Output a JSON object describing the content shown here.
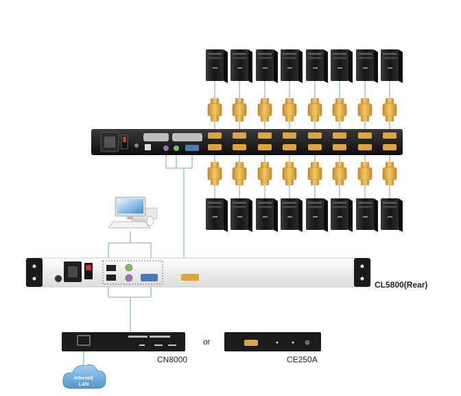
{
  "labels": {
    "kvm_rear": "CL5800(Rear)",
    "extender_1": "CN8000",
    "or_word": "or",
    "extender_2": "CE250A",
    "cloud_line1": "Internet/",
    "cloud_line2": "LAN"
  },
  "colors": {
    "cable": "#8fb6d6",
    "cable_gray": "#a8b4bd",
    "device_dark": "#1c1c1c",
    "connector_gold": "#e0a43a",
    "port_purple": "#9b6fc0",
    "port_green": "#7bbf5a",
    "port_blue": "#4a79b8",
    "cloud": "#6fb2de"
  },
  "devices": {
    "top_computer_count": 8,
    "bottom_computer_count": 8,
    "top_cable_count": 8,
    "bottom_cable_count": 8
  }
}
